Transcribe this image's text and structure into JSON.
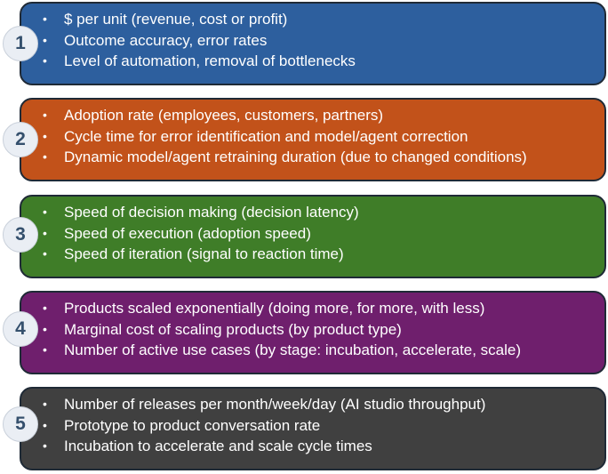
{
  "panels": [
    {
      "number": "1",
      "color": "#2d5f9e",
      "items": [
        "$ per unit (revenue, cost or profit)",
        "Outcome accuracy, error rates",
        "Level of automation, removal of bottlenecks"
      ]
    },
    {
      "number": "2",
      "color": "#c2521a",
      "items": [
        "Adoption rate (employees, customers, partners)",
        "Cycle time for error identification and model/agent correction",
        "Dynamic model/agent retraining duration (due to changed conditions)"
      ]
    },
    {
      "number": "3",
      "color": "#3f7d28",
      "items": [
        "Speed of decision making (decision latency)",
        "Speed of execution (adoption speed)",
        "Speed of iteration (signal to reaction time)"
      ]
    },
    {
      "number": "4",
      "color": "#6f1f6d",
      "items": [
        "Products scaled exponentially (doing more, for more, with less)",
        "Marginal cost of scaling products (by product type)",
        "Number of active use cases (by stage: incubation, accelerate, scale)"
      ]
    },
    {
      "number": "5",
      "color": "#404040",
      "items": [
        "Number of releases per month/week/day (AI studio throughput)",
        "Prototype to product conversation rate",
        "Incubation to accelerate and scale cycle times"
      ]
    }
  ]
}
